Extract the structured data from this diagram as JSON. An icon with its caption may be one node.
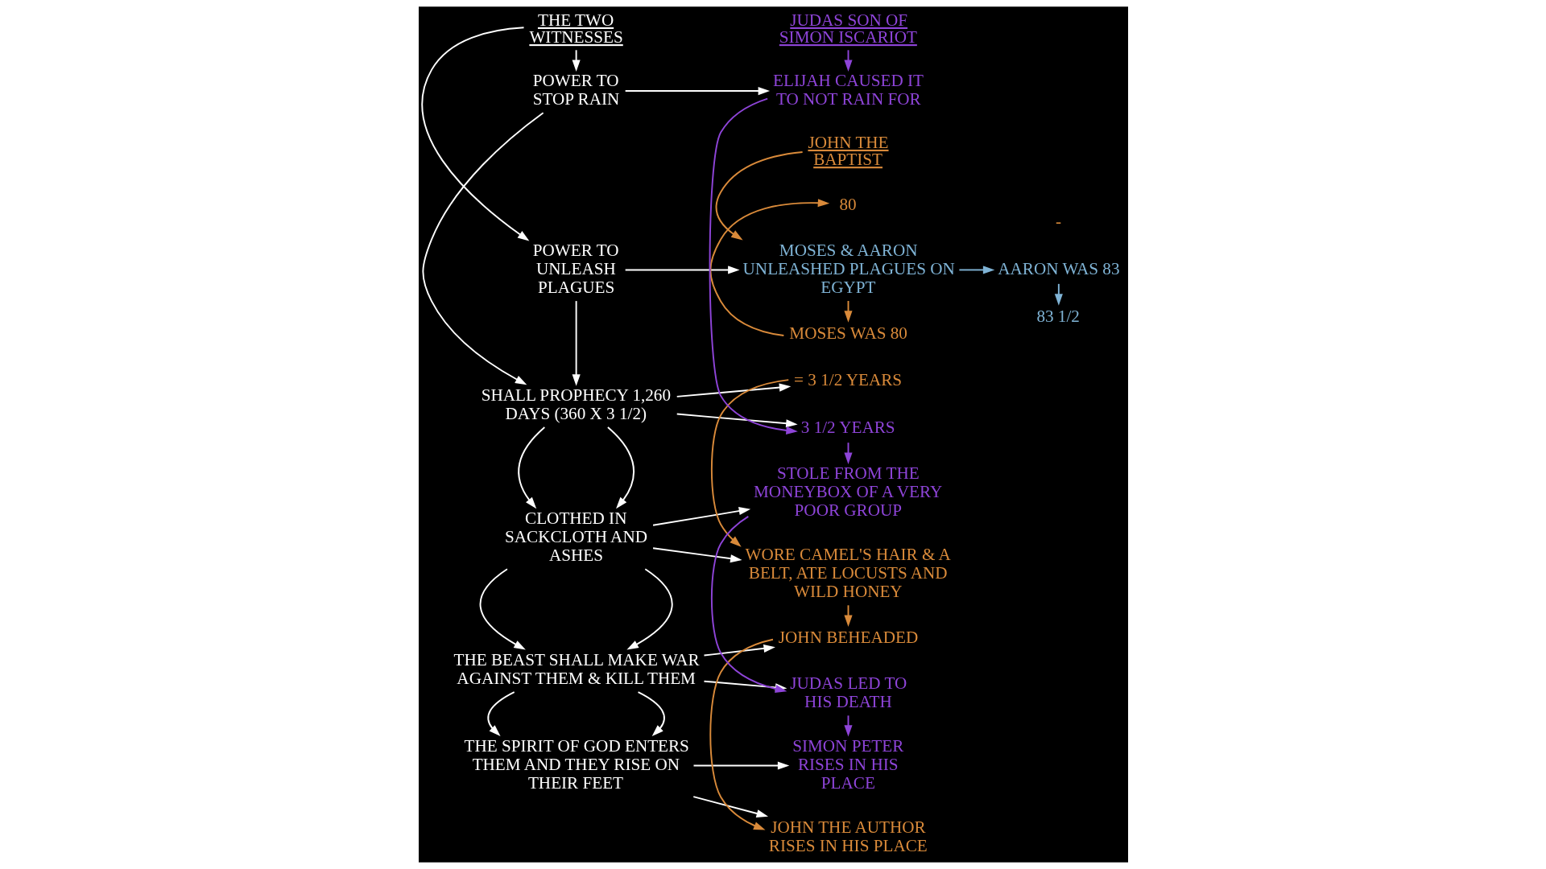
{
  "diagram": {
    "nodes": [
      {
        "text": [
          "THE TWO WITNESSES"
        ]
      },
      {
        "text": [
          "POWER TO UNLEASH PLAGUES"
        ]
      },
      {
        "text": [
          "POWER TO STOP RAIN"
        ]
      },
      {
        "text": [
          "SHALL PROPHECY 1,260 DAYS (360 X 3 1/2)"
        ]
      },
      {
        "text": [
          "CLOTHED IN SACKCLOTH AND ASHES"
        ]
      },
      {
        "text": [
          "THE BEAST SHALL MAKE WAR AGAINST THEM & KILL THEM"
        ]
      },
      {
        "text": [
          "THE SPIRIT OF GOD ENTERS THEM AND THEY RISE ON THEIR FEET"
        ]
      },
      {
        "text": [
          "JOHN THE BAPTIST"
        ]
      },
      {
        "text": [
          "MOSES & AARON UNLEASHED PLAGUES ON EGYPT"
        ]
      },
      {
        "text": [
          "AARON WAS 83"
        ]
      },
      {
        "text": [
          "MOSES WAS 80"
        ]
      },
      {
        "text": [
          "83 1/2"
        ]
      },
      {
        "text": [
          "80"
        ]
      },
      {
        "text": [
          "= 3 1/2 YEARS"
        ]
      },
      {
        "text": [
          "WORE CAMEL'S HAIR & A BELT, ATE LOCUSTS AND WILD HONEY"
        ]
      },
      {
        "text": [
          "JOHN BEHEADED"
        ]
      },
      {
        "text": [
          "JOHN THE AUTHOR RISES IN HIS PLACE"
        ]
      },
      {
        "text": [
          "JUDAS SON OF SIMON ISCARIOT"
        ]
      },
      {
        "text": [
          "ELIJAH CAUSED IT TO NOT RAIN FOR"
        ]
      },
      {
        "text": [
          "3 1/2 YEARS"
        ]
      },
      {
        "text": [
          "STOLE FROM THE MONEYBOX OF A VERY POOR GROUP"
        ]
      },
      {
        "text": [
          "JUDAS LED TO HIS DEATH"
        ]
      },
      {
        "text": [
          "SIMON PETER RISES IN HIS PLACE"
        ]
      }
    ],
    "edges": [
      {
        "from": 0,
        "to": 1,
        "arrow": "to"
      },
      {
        "from": 0,
        "to": 2,
        "arrow": "to"
      },
      {
        "from": 1,
        "to": 3,
        "arrow": "to"
      },
      {
        "from": 2,
        "to": 3,
        "arrow": "to"
      },
      {
        "from": 3,
        "to": 4,
        "arrow": "to"
      },
      {
        "from": 3,
        "to": 4,
        "arrow": "to"
      },
      {
        "from": 4,
        "to": 5,
        "arrow": "to"
      },
      {
        "from": 4,
        "to": 5,
        "arrow": "to"
      },
      {
        "from": 5,
        "to": 6,
        "arrow": "to"
      },
      {
        "from": 5,
        "to": 6,
        "arrow": "to"
      },
      {
        "from": 1,
        "to": 8,
        "arrow": "to"
      },
      {
        "from": 2,
        "to": 18,
        "arrow": "to"
      },
      {
        "from": 3,
        "to": 13,
        "arrow": "to"
      },
      {
        "from": 3,
        "to": 19,
        "arrow": "to"
      },
      {
        "from": 4,
        "to": 14,
        "arrow": "to"
      },
      {
        "from": 4,
        "to": 20,
        "arrow": "to"
      },
      {
        "from": 5,
        "to": 15,
        "arrow": "to"
      },
      {
        "from": 5,
        "to": 21,
        "arrow": "to"
      },
      {
        "from": 6,
        "to": 16,
        "arrow": "to"
      },
      {
        "from": 6,
        "to": 22,
        "arrow": "to"
      },
      {
        "from": 7,
        "to": 8,
        "arrow": "to",
        "color": "#d98a3a"
      },
      {
        "from": 8,
        "to": 9,
        "arrow": "to",
        "color": "#7fb3d5"
      },
      {
        "from": 8,
        "to": 10,
        "arrow": "to",
        "color": "#d98a3a"
      },
      {
        "from": 9,
        "to": 11,
        "arrow": "to",
        "color": "#7fb3d5"
      },
      {
        "from": 10,
        "to": 12,
        "arrow": "to",
        "color": "#d98a3a"
      },
      {
        "from": 13,
        "to": 14,
        "arrow": "to",
        "color": "#d98a3a"
      },
      {
        "from": 14,
        "to": 15,
        "arrow": "to",
        "color": "#d98a3a"
      },
      {
        "from": 15,
        "to": 16,
        "arrow": "to",
        "color": "#d98a3a"
      },
      {
        "from": 17,
        "to": 18,
        "arrow": "to",
        "color": "#8e44d8"
      },
      {
        "from": 18,
        "to": 19,
        "arrow": "to",
        "color": "#8e44d8"
      },
      {
        "from": 19,
        "to": 20,
        "arrow": "to",
        "color": "#8e44d8"
      },
      {
        "from": 20,
        "to": 21,
        "arrow": "to",
        "color": "#8e44d8"
      },
      {
        "from": 21,
        "to": 22,
        "arrow": "to",
        "color": "#8e44d8"
      }
    ],
    "labels": [
      "-"
    ]
  }
}
